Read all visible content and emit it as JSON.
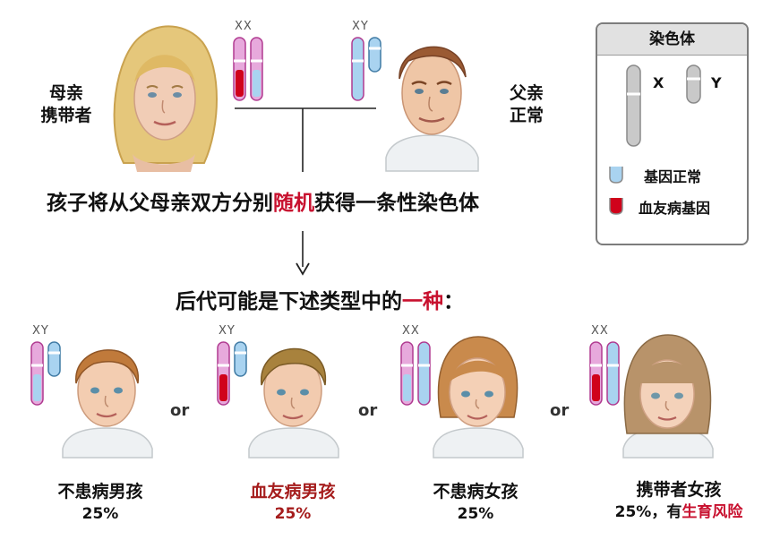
{
  "parents": {
    "mother": {
      "line1": "母亲",
      "line2": "携带者",
      "chromosomes": "XX"
    },
    "father": {
      "line1": "父亲",
      "line2": "正常",
      "chromosomes": "XY"
    }
  },
  "headline": {
    "before": "孩子将从父母亲双方分别",
    "highlight": "随机",
    "after": "获得一条性染色体"
  },
  "prompt": {
    "before": "后代可能是下述类型中的",
    "highlight": "一种",
    "after": "："
  },
  "legend": {
    "title": "染色体",
    "x_label": "X",
    "y_label": "Y",
    "normal_label": "基因正常",
    "disease_label": "血友病基因",
    "normal_color": "#a9d3f0",
    "disease_color": "#d0021b",
    "chromosome_color": "#c9c9c9"
  },
  "offspring": [
    {
      "chromosomes": "XY",
      "label": "不患病男孩",
      "percent": "25%"
    },
    {
      "chromosomes": "XY",
      "label": "血友病男孩",
      "percent": "25%"
    },
    {
      "chromosomes": "XX",
      "label": "不患病女孩",
      "percent": "25%"
    },
    {
      "chromosomes": "XX",
      "label": "携带者女孩",
      "percent": "25%",
      "note_prefix": "，有",
      "note_highlight": "生育风险"
    }
  ],
  "separator": "or",
  "colors": {
    "x_chromosome": "#e7a9dc",
    "y_chromosome": "#a9d3f0",
    "outline": "#b03a90",
    "red": "#c8102e"
  }
}
